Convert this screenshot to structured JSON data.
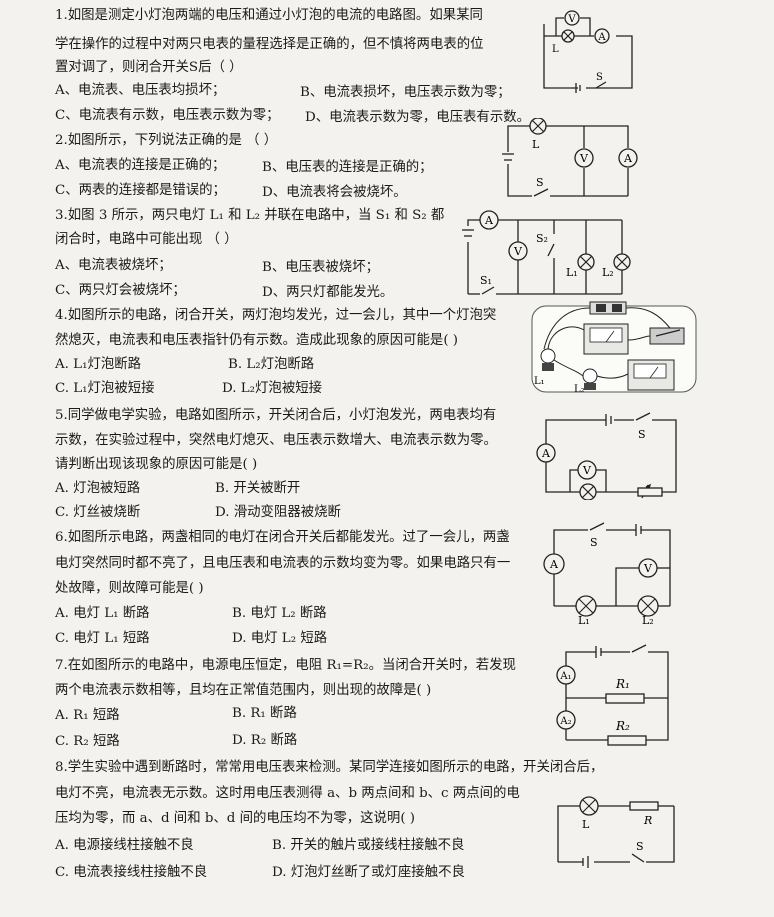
{
  "q1": {
    "text1": "1.如图是测定小灯泡两端的电压和通过小灯泡的电流的电路图。如果某同",
    "text2": "学在操作的过程中对两只电表的量程选择是正确的，但不慎将两电表的位",
    "text3": "置对调了，则闭合开关S后（        ）",
    "optA": "A、电流表、电压表均损坏；",
    "optB": "B、电流表损坏，电压表示数为零；",
    "optC": "C、电流表有示数，电压表示数为零；",
    "optD": "D、电流表示数为零，电压表有示数。",
    "fig": {
      "V": "V",
      "A": "A",
      "L": "L",
      "S": "S"
    }
  },
  "q2": {
    "text1": "2.如图所示，下列说法正确的是    （        ）",
    "optA": "A、电流表的连接是正确的；",
    "optB": "B、电压表的连接是正确的；",
    "optC": "C、两表的连接都是错误的；",
    "optD": "D、电流表将会被烧坏。",
    "fig": {
      "L": "L",
      "S": "S",
      "V": "V",
      "A": "A"
    }
  },
  "q3": {
    "text1": "3.如图 3 所示，两只电灯 L₁ 和 L₂ 并联在电路中，当 S₁ 和 S₂ 都",
    "text2": "闭合时，电路中可能出现    （        ）",
    "optA": "A、电流表被烧坏；",
    "optB": "B、电压表被烧坏；",
    "optC": "C、两只灯会被烧坏；",
    "optD": "D、两只灯都能发光。",
    "fig": {
      "A": "A",
      "V": "V",
      "S1": "S₁",
      "S2": "S₂",
      "L1": "L₁",
      "L2": "L₂"
    }
  },
  "q4": {
    "text1": "4.如图所示的电路，闭合开关，两灯泡均发光，过一会儿，其中一个灯泡突",
    "text2": "然熄灭，电流表和电压表指针仍有示数。造成此现象的原因可能是(        )",
    "optA": "A. L₁灯泡断路",
    "optB": "B. L₂灯泡断路",
    "optC": "C. L₁灯泡被短接",
    "optD": "D. L₂灯泡被短接",
    "fig": {
      "L1": "L₁",
      "L2": "L₂"
    }
  },
  "q5": {
    "text1": "5.同学做电学实验，电路如图所示，开关闭合后，小灯泡发光，两电表均有",
    "text2": "示数，在实验过程中，突然电灯熄灭、电压表示数增大、电流表示数为零。",
    "text3": "请判断出现该现象的原因可能是(        )",
    "optA": "A. 灯泡被短路",
    "optB": "B. 开关被断开",
    "optC": "C. 灯丝被烧断",
    "optD": "D. 滑动变阻器被烧断",
    "fig": {
      "S": "S",
      "A": "A",
      "V": "V"
    }
  },
  "q6": {
    "text1": "6.如图所示电路，两盏相同的电灯在闭合开关后都能发光。过了一会儿，两盏",
    "text2": "电灯突然同时都不亮了，且电压表和电流表的示数均变为零。如果电路只有一",
    "text3": "处故障，则故障可能是(    )",
    "optA": "A. 电灯 L₁ 断路",
    "optB": "B. 电灯 L₂ 断路",
    "optC": "C. 电灯 L₁ 短路",
    "optD": "D. 电灯 L₂ 短路",
    "fig": {
      "S": "S",
      "A": "A",
      "V": "V",
      "L1": "L₁",
      "L2": "L₂"
    }
  },
  "q7": {
    "text1": "7.在如图所示的电路中，电源电压恒定，电阻 R₁=R₂。当闭合开关时，若发现",
    "text2": "两个电流表示数相等，且均在正常值范围内，则出现的故障是(        )",
    "optA": "A. R₁ 短路",
    "optB": "B. R₁ 断路",
    "optC": "C. R₂ 短路",
    "optD": "D. R₂ 断路",
    "fig": {
      "A1": "A₁",
      "A2": "A₂",
      "R1": "R₁",
      "R2": "R₂"
    }
  },
  "q8": {
    "text1": "8.学生实验中遇到断路时，常常用电压表来检测。某同学连接如图所示的电路，开关闭合后，",
    "text2": "电灯不亮，电流表无示数。这时用电压表测得 a、b 两点间和 b、c 两点间的电",
    "text3": "压均为零，而 a、d 间和 b、d 间的电压均不为零，这说明(        )",
    "optA": "A. 电源接线柱接触不良",
    "optB": "B. 开关的触片或接线柱接触不良",
    "optC": "C. 电流表接线柱接触不良",
    "optD": "D. 灯泡灯丝断了或灯座接触不良",
    "fig": {
      "L": "L",
      "R": "R",
      "S": "S"
    }
  }
}
